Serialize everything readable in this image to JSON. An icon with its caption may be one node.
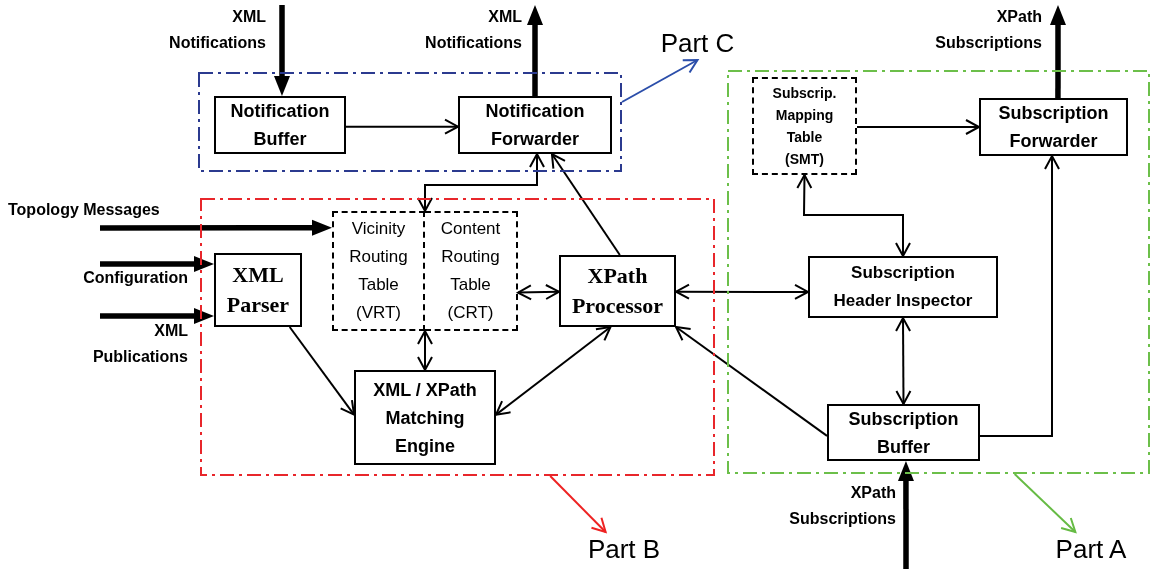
{
  "diagram": {
    "nodes": [
      {
        "text": [],
        "shape": "box"
      },
      {
        "text": [
          "Notification Buffer"
        ],
        "in": 0
      },
      {
        "text": [
          "Notification Forwarder"
        ],
        "in": 0
      },
      {
        "text": [],
        "shape": "box"
      },
      {
        "text": [
          "XML Parser"
        ],
        "in": 3
      },
      {
        "text": [
          "Vicinity Routing Table (VRT)"
        ],
        "in": 3
      },
      {
        "text": [
          "Content Routing Table (CRT)"
        ],
        "in": 3
      },
      {
        "text": [
          "XPath Processor"
        ],
        "in": 3
      },
      {
        "text": [
          "XML / XPath Matching Engine"
        ],
        "in": 3
      },
      {
        "text": [],
        "shape": "box"
      },
      {
        "text": [
          "Subscrip. Mapping Table (SMT)"
        ],
        "in": 9
      },
      {
        "text": [
          "Subscription Forwarder"
        ],
        "in": 9
      },
      {
        "text": [
          "Subscription Header Inspector"
        ],
        "in": 9
      },
      {
        "text": [
          "Subscription Buffer"
        ],
        "in": 9
      },
      {
        "text": [
          "Part C"
        ]
      },
      {
        "text": [
          "Part B"
        ]
      },
      {
        "text": [
          "Part A"
        ]
      }
    ],
    "edges": [
      {
        "from": null,
        "to": 1,
        "arrow": "to",
        "style": "thick",
        "label": "XML Notifications"
      },
      {
        "from": 2,
        "to": null,
        "arrow": "to",
        "style": "thick",
        "label": "XML Notifications"
      },
      {
        "from": 11,
        "to": null,
        "arrow": "to",
        "style": "thick",
        "label": "XPath Subscriptions"
      },
      {
        "from": null,
        "to": 13,
        "arrow": "to",
        "style": "thick",
        "label": "XPath Subscriptions"
      },
      {
        "from": null,
        "to": 5,
        "arrow": "to",
        "style": "thick",
        "label": "Topology Messages"
      },
      {
        "from": null,
        "to": 4,
        "arrow": "to",
        "style": "thick",
        "label": "Configuration"
      },
      {
        "from": null,
        "to": 4,
        "arrow": "to",
        "style": "thick",
        "label": "XML Publications"
      },
      {
        "from": 1,
        "to": 2,
        "arrow": "to"
      },
      {
        "from": 2,
        "to": 5,
        "arrow": "both"
      },
      {
        "from": 7,
        "to": 2,
        "arrow": "to"
      },
      {
        "from": 4,
        "to": 8,
        "arrow": "to"
      },
      {
        "from": 5,
        "to": 8,
        "arrow": "both"
      },
      {
        "from": 6,
        "to": 7,
        "arrow": "both"
      },
      {
        "from": 7,
        "to": 8,
        "arrow": "both"
      },
      {
        "from": 13,
        "to": 7,
        "arrow": "to"
      },
      {
        "from": 7,
        "to": 12,
        "arrow": "both"
      },
      {
        "from": 10,
        "to": 12,
        "arrow": "both"
      },
      {
        "from": 12,
        "to": 13,
        "arrow": "both"
      },
      {
        "from": 13,
        "to": 11,
        "arrow": "to"
      },
      {
        "from": 10,
        "to": 11,
        "arrow": "to"
      },
      {
        "from": 0,
        "to": 14,
        "arrow": "to",
        "color": "#2b4eaa"
      },
      {
        "from": 3,
        "to": 15,
        "arrow": "to",
        "color": "#ee2222"
      },
      {
        "from": 9,
        "to": 16,
        "arrow": "to",
        "color": "#66bb44"
      }
    ]
  }
}
